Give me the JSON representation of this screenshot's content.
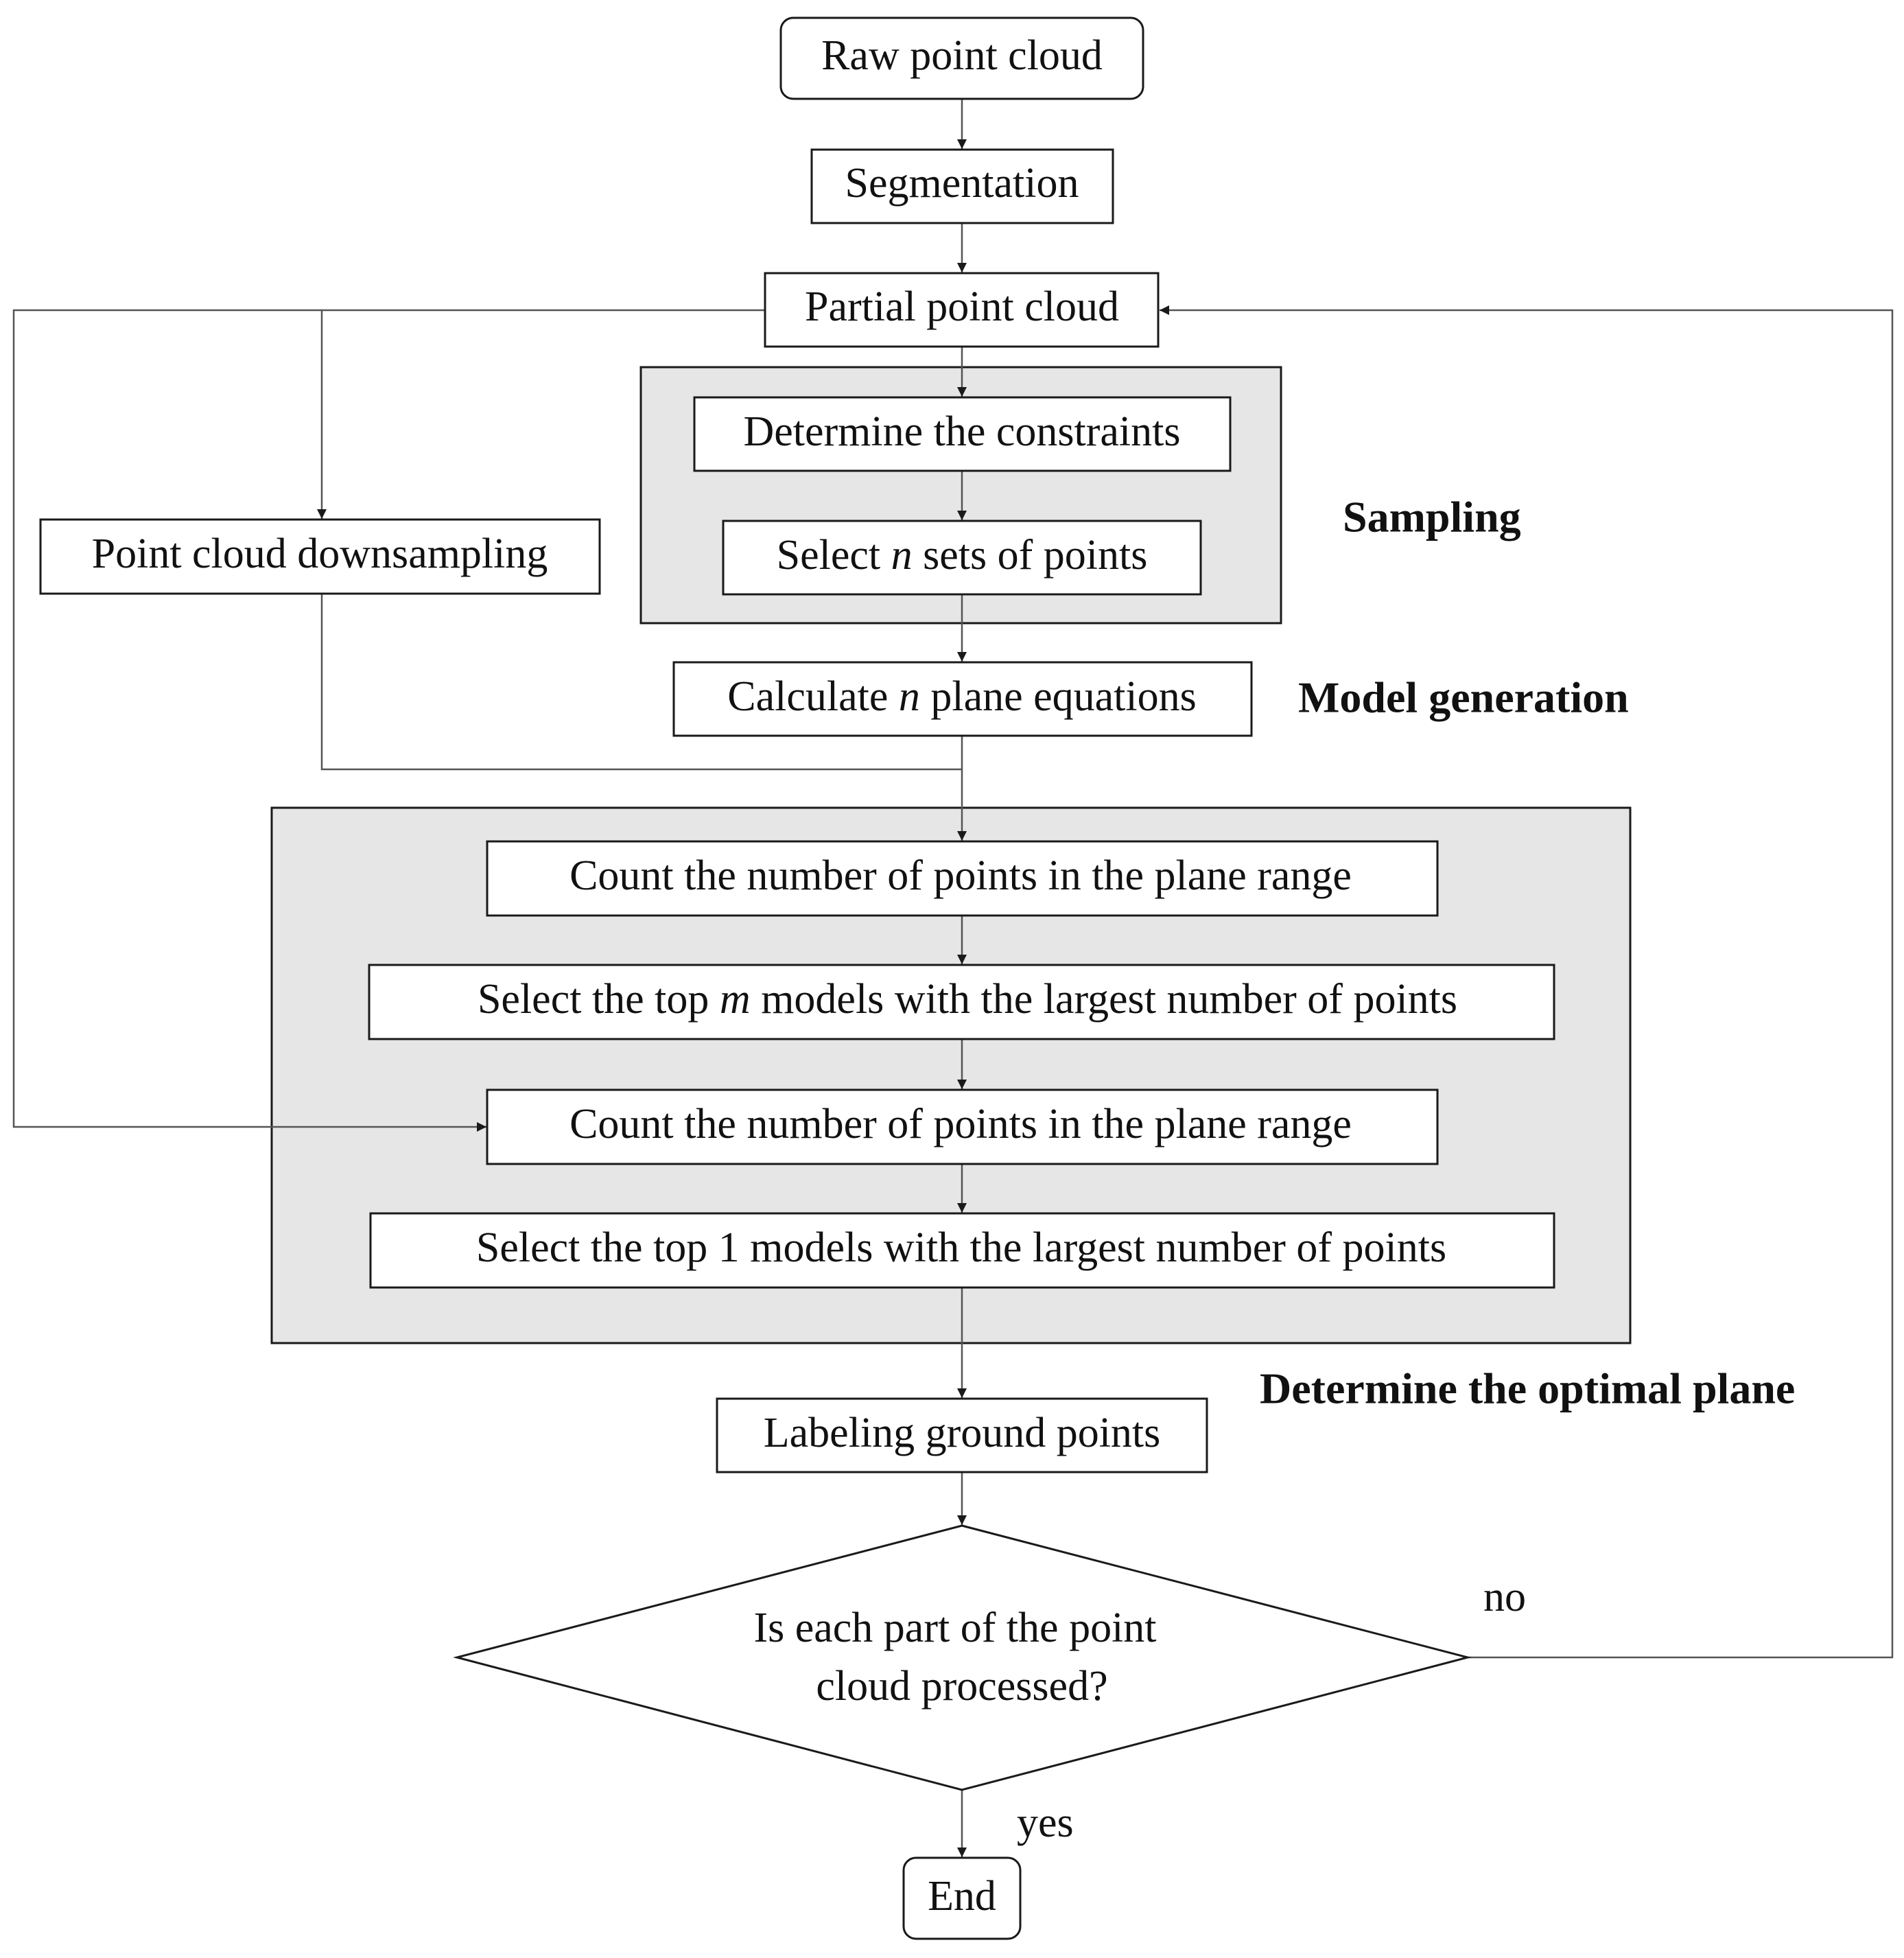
{
  "nodes": {
    "raw": {
      "text": "Raw point cloud"
    },
    "segmentation": {
      "text": "Segmentation"
    },
    "partial": {
      "text": "Partial point cloud"
    },
    "constraints": {
      "text": "Determine the constraints"
    },
    "select_sets": {
      "pre": "Select ",
      "var": "n",
      "post": " sets of points"
    },
    "downsampling": {
      "text": "Point cloud downsampling"
    },
    "calc_planes": {
      "pre": "Calculate ",
      "var": "n",
      "post": " plane equations"
    },
    "count1": {
      "text": "Count the number of points in the plane range"
    },
    "select_top_m": {
      "pre": "Select the top ",
      "var": "m",
      "post": " models with the largest number of points"
    },
    "count2": {
      "text": "Count the number of points in the plane range"
    },
    "select_top_1": {
      "text": "Select the top 1 models with the largest number of points"
    },
    "labeling": {
      "text": "Labeling ground points"
    },
    "decision": {
      "line1": "Is each part of the point",
      "line2": "cloud processed?"
    },
    "end": {
      "text": "End"
    }
  },
  "sections": {
    "sampling": "Sampling",
    "model_generation": "Model generation",
    "optimal_plane": "Determine the optimal plane"
  },
  "branches": {
    "no": "no",
    "yes": "yes"
  },
  "colors": {
    "group_fill": "#e6e6e6",
    "box_fill": "#ffffff",
    "stroke": "#1a1a1a",
    "edge": "#555555"
  }
}
